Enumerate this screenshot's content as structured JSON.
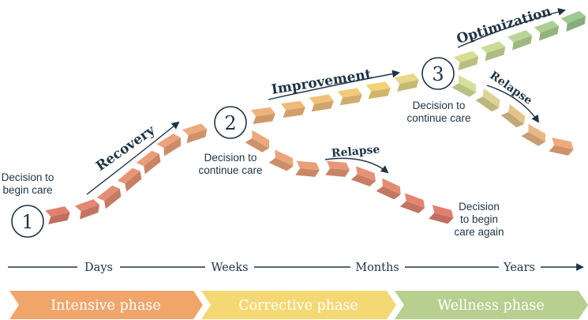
{
  "colors": {
    "dark": "#1e3445",
    "intensive": "#f0a56b",
    "corrective": "#f4d873",
    "wellness": "#b7cf8f",
    "red": "#e0806f",
    "orange": "#efaa7c",
    "yellow": "#f3d178",
    "lime": "#d6df9a",
    "green": "#9cc990"
  },
  "milestones": [
    {
      "number": "1",
      "caption_lines": [
        "Decision to",
        "begin care"
      ]
    },
    {
      "number": "2",
      "caption_lines": [
        "Decision to",
        "continue care"
      ]
    },
    {
      "number": "3",
      "caption_lines": [
        "Decision to",
        "continue care"
      ]
    }
  ],
  "end_caption_lines": [
    "Decision",
    "to begin",
    "care again"
  ],
  "path_labels": {
    "recovery": "Recovery",
    "improvement": "Improvement",
    "optimization": "Optimization",
    "relapse_lower": "Relapse",
    "relapse_upper": "Relapse"
  },
  "timeline": [
    "Days",
    "Weeks",
    "Months",
    "Years"
  ],
  "phases": [
    {
      "label": "Intensive phase"
    },
    {
      "label": "Corrective phase"
    },
    {
      "label": "Wellness phase"
    }
  ]
}
